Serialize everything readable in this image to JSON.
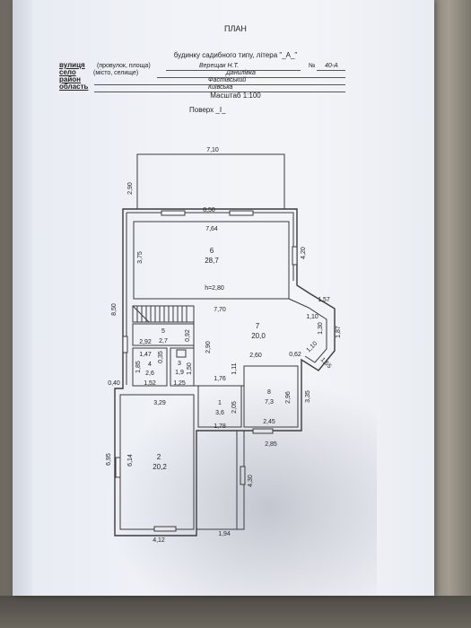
{
  "header": {
    "title": "ПЛАН",
    "subtitle": "будинку садибного типу, літера \"_А_\"",
    "scale": "Масштаб 1:100",
    "floor": "Поверх _І_"
  },
  "fields": [
    {
      "label": "вулиця",
      "sub": "(провулок, площа)",
      "value": "Верещак Н.Т.",
      "extra_label": "№",
      "extra_value": "40-А"
    },
    {
      "label": "село",
      "sub": "(місто, селище)",
      "value": "Данилівка"
    },
    {
      "label": "район",
      "sub": "",
      "value": "Фастівський"
    },
    {
      "label": "область",
      "sub": "",
      "value": "Київська"
    }
  ],
  "plan": {
    "dimensions": {
      "top_width": "7,10",
      "terrace_depth": "2,90",
      "outer_width": "8,50",
      "room6_width": "7,64",
      "room6_depth": "3,75",
      "right_side": "4,20",
      "left_total": "8,50",
      "hall_width": "7,70",
      "bay_a": "1,57",
      "bay_b": "1,10",
      "bay_c": "1,30",
      "bay_d": "1,87",
      "bay_e": "1,10",
      "bay_f": "0,62",
      "bay_g": "1,55",
      "room8_top": "2,60",
      "room5_width": "2,92",
      "room5_side": "0,92",
      "hall_side": "2,90",
      "room4_width": "1,47",
      "room4_gap": "0,35",
      "room4_height": "1,85",
      "room3_height": "1,50",
      "wall_left": "0,40",
      "room4_bottom": "1,52",
      "room3_bottom": "1,25",
      "corr_width": "1,76",
      "corr_side": "1,11",
      "room8_height": "2,96",
      "room8_right": "3,35",
      "room8_bottom": "2,45",
      "room2_top": "3,29",
      "room1_side": "2,05",
      "room1_bottom": "1,78",
      "below8": "2,85",
      "left_outer": "6,95",
      "room2_height": "6,14",
      "annex_side": "4,30",
      "room2_bottom": "4,12",
      "annex_bottom": "1,94",
      "ceiling": "h=2,80"
    },
    "rooms": [
      {
        "num": "6",
        "area": "28,7"
      },
      {
        "num": "7",
        "area": "20,0"
      },
      {
        "num": "5",
        "area": "2,7"
      },
      {
        "num": "4",
        "area": "2,6"
      },
      {
        "num": "3",
        "area": "1,9"
      },
      {
        "num": "1",
        "area": "3,6"
      },
      {
        "num": "8",
        "area": "7,3"
      },
      {
        "num": "2",
        "area": "20,2"
      }
    ]
  }
}
